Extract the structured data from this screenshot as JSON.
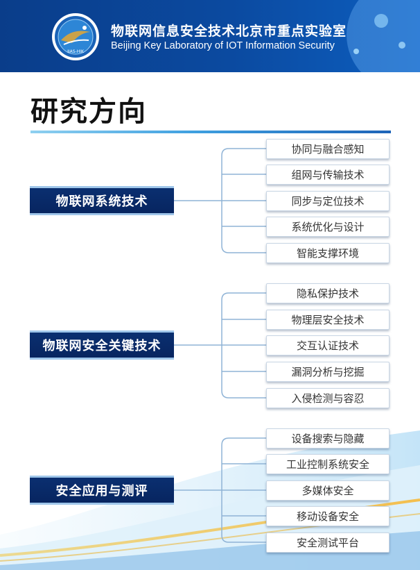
{
  "header": {
    "title_cn": "物联网信息安全技术北京市重点实验室",
    "title_en": "Beijing Key Laboratory of IOT Information Security",
    "logo_text": "IIAS-HIK"
  },
  "page_title": "研究方向",
  "categories": [
    {
      "label": "物联网系统技术",
      "items": [
        "协同与融合感知",
        "组网与传输技术",
        "同步与定位技术",
        "系统优化与设计",
        "智能支撑环境"
      ]
    },
    {
      "label": "物联网安全关键技术",
      "items": [
        "隐私保护技术",
        "物理层安全技术",
        "交互认证技术",
        "漏洞分析与挖掘",
        "入侵检测与容忍"
      ]
    },
    {
      "label": "安全应用与测评",
      "items": [
        "设备搜索与隐藏",
        "工业控制系统安全",
        "多媒体安全",
        "移动设备安全",
        "安全测试平台"
      ]
    }
  ],
  "colors": {
    "header_bg": "#0b4aa0",
    "category_bg": "#082560",
    "connector": "#8fb3d6",
    "accent": "#3fa0e0"
  }
}
